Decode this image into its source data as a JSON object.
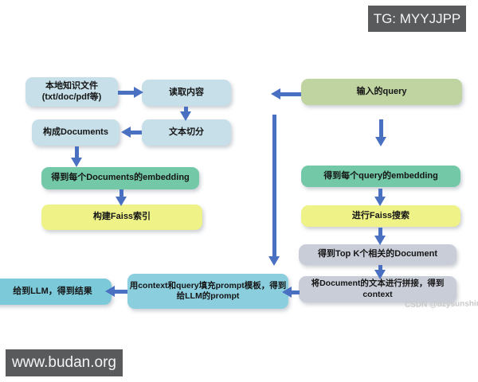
{
  "badges": {
    "telegram": "TG: MYYJJPP",
    "website": "www.budan.org"
  },
  "watermark": "CSDN @dzysunshine",
  "colors": {
    "light_blue_node": "#c6dfe9",
    "green_node": "#c0d4a2",
    "teal_node": "#72c8a7",
    "yellow_node": "#eef287",
    "gray_node": "#c9cdd8",
    "cyan_node": "#8bcfdf",
    "arrow": "#4a70c2",
    "badge_background": "#595a5c"
  },
  "diagram": {
    "nodes": {
      "local_files": {
        "line1": "本地知识文件",
        "line2": "(txt/doc/pdf等)"
      },
      "read_content": {
        "label": "读取内容"
      },
      "build_documents": {
        "label": "构成Documents"
      },
      "text_split": {
        "label": "文本切分"
      },
      "documents_embedding": {
        "label": "得到每个Documents的embedding"
      },
      "build_faiss_index": {
        "label": "构建Faiss索引"
      },
      "input_query": {
        "label": "输入的query"
      },
      "query_embedding": {
        "label": "得到每个query的embedding"
      },
      "faiss_search": {
        "label": "进行Faiss搜索"
      },
      "top_k_documents": {
        "label": "得到Top K个相关的Document"
      },
      "concat_context": {
        "line1": "将Document的文本进行拼接，得到",
        "line2": "context"
      },
      "fill_prompt": {
        "line1": "用context和query填充prompt模板，得到",
        "line2": "给LLM的prompt"
      },
      "llm_result": {
        "label": "给到LLM，得到结果"
      }
    }
  }
}
